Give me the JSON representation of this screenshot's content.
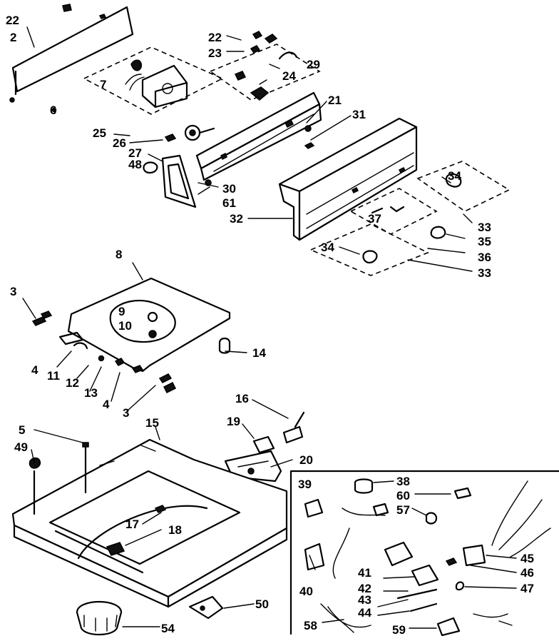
{
  "parts": [
    {
      "id": "p22a",
      "label": "22"
    },
    {
      "id": "p2",
      "label": "2"
    },
    {
      "id": "p6",
      "label": "6"
    },
    {
      "id": "p7",
      "label": "7"
    },
    {
      "id": "p22b",
      "label": "22"
    },
    {
      "id": "p23",
      "label": "23"
    },
    {
      "id": "p24",
      "label": "24"
    },
    {
      "id": "p29",
      "label": "29"
    },
    {
      "id": "p21",
      "label": "21"
    },
    {
      "id": "p31",
      "label": "31"
    },
    {
      "id": "p25",
      "label": "25"
    },
    {
      "id": "p26",
      "label": "26"
    },
    {
      "id": "p27",
      "label": "27"
    },
    {
      "id": "p48",
      "label": "48"
    },
    {
      "id": "p30",
      "label": "30"
    },
    {
      "id": "p61",
      "label": "61"
    },
    {
      "id": "p32",
      "label": "32"
    },
    {
      "id": "p34a",
      "label": "34"
    },
    {
      "id": "p33a",
      "label": "33"
    },
    {
      "id": "p37",
      "label": "37"
    },
    {
      "id": "p35",
      "label": "35"
    },
    {
      "id": "p36",
      "label": "36"
    },
    {
      "id": "p34b",
      "label": "34"
    },
    {
      "id": "p33b",
      "label": "33"
    },
    {
      "id": "p8",
      "label": "8"
    },
    {
      "id": "p3a",
      "label": "3"
    },
    {
      "id": "p9",
      "label": "9"
    },
    {
      "id": "p10",
      "label": "10"
    },
    {
      "id": "p14",
      "label": "14"
    },
    {
      "id": "p4a",
      "label": "4"
    },
    {
      "id": "p11",
      "label": "11"
    },
    {
      "id": "p12",
      "label": "12"
    },
    {
      "id": "p13",
      "label": "13"
    },
    {
      "id": "p4b",
      "label": "4"
    },
    {
      "id": "p3b",
      "label": "3"
    },
    {
      "id": "p16",
      "label": "16"
    },
    {
      "id": "p19",
      "label": "19"
    },
    {
      "id": "p15",
      "label": "15"
    },
    {
      "id": "p5",
      "label": "5"
    },
    {
      "id": "p49",
      "label": "49"
    },
    {
      "id": "p20",
      "label": "20"
    },
    {
      "id": "p17",
      "label": "17"
    },
    {
      "id": "p18",
      "label": "18"
    },
    {
      "id": "p50",
      "label": "50"
    },
    {
      "id": "p54",
      "label": "54"
    },
    {
      "id": "p39",
      "label": "39"
    },
    {
      "id": "p38",
      "label": "38"
    },
    {
      "id": "p60",
      "label": "60"
    },
    {
      "id": "p57",
      "label": "57"
    },
    {
      "id": "p45",
      "label": "45"
    },
    {
      "id": "p46",
      "label": "46"
    },
    {
      "id": "p47",
      "label": "47"
    },
    {
      "id": "p41",
      "label": "41"
    },
    {
      "id": "p40",
      "label": "40"
    },
    {
      "id": "p42",
      "label": "42"
    },
    {
      "id": "p43",
      "label": "43"
    },
    {
      "id": "p44",
      "label": "44"
    },
    {
      "id": "p58",
      "label": "58"
    },
    {
      "id": "p59",
      "label": "59"
    }
  ]
}
